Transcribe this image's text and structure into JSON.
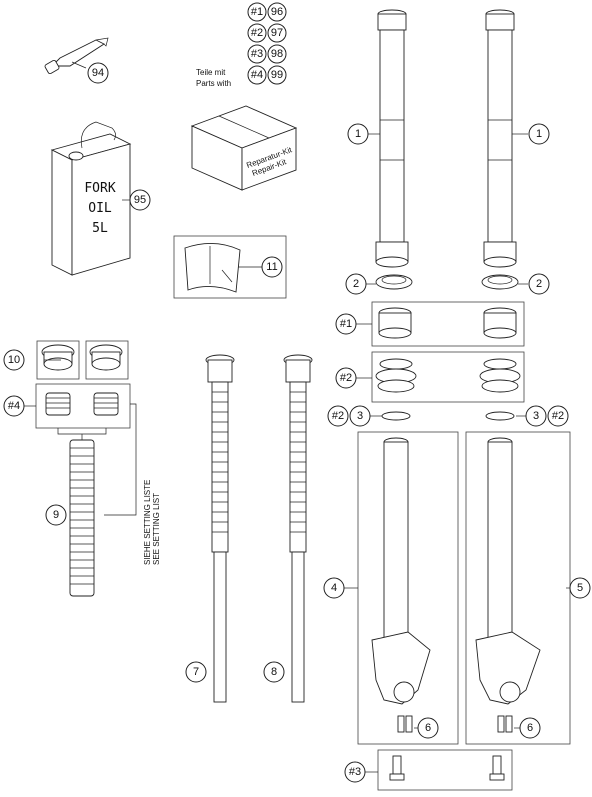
{
  "kit_label": {
    "line1": "Teile mit",
    "line2": "Parts with"
  },
  "kit_map": [
    {
      "group": "#1",
      "part": "96"
    },
    {
      "group": "#2",
      "part": "97"
    },
    {
      "group": "#3",
      "part": "98"
    },
    {
      "group": "#4",
      "part": "99"
    }
  ],
  "oil_can": {
    "line1": "FORK",
    "line2": "OIL",
    "line3": "5L"
  },
  "repair_box": {
    "line1": "Reparatur-Kit",
    "line2": "Repair-Kit"
  },
  "setting_list": {
    "line1": "SIEHE SETTING LISTE",
    "line2": "SEE SETTING LIST"
  },
  "callouts": {
    "c94": "94",
    "c95": "95",
    "c11": "11",
    "c10": "10",
    "c9": "9",
    "c7": "7",
    "c8": "8",
    "c1a": "1",
    "c1b": "1",
    "c2a": "2",
    "c2b": "2",
    "c3a": "3",
    "c3b": "3",
    "c4": "4",
    "c5": "5",
    "c6a": "6",
    "c6b": "6",
    "g1": "#1",
    "g2": "#2",
    "g2a": "#2",
    "g2b": "#2",
    "g3": "#3",
    "g4": "#4"
  }
}
